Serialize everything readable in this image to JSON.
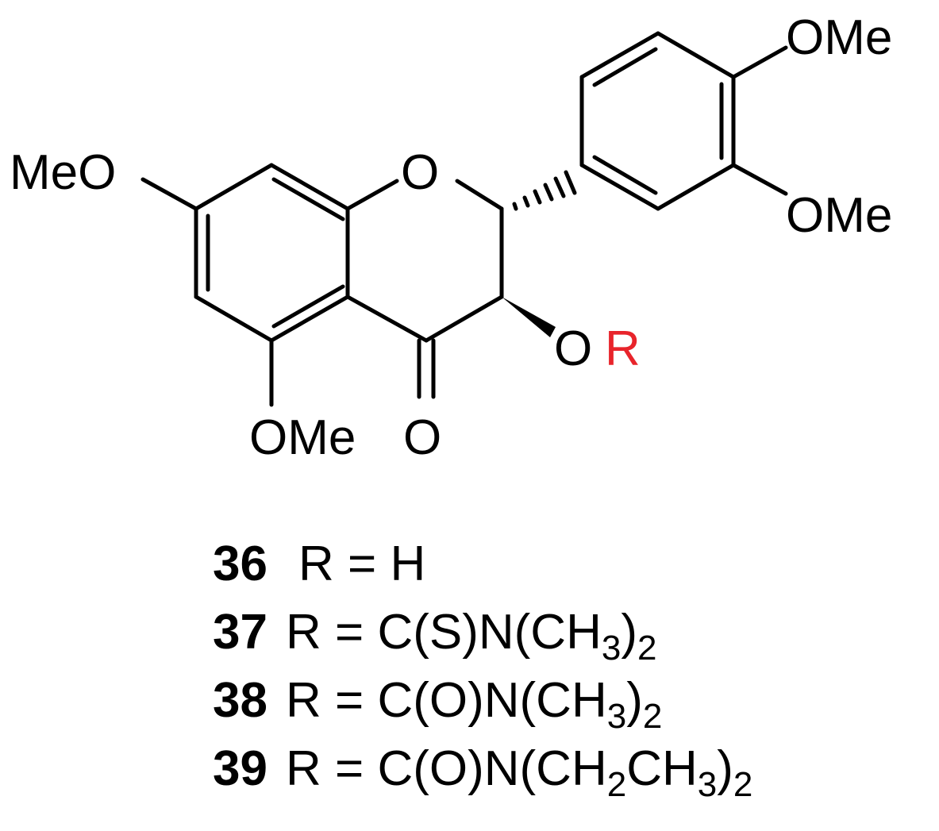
{
  "structure": {
    "labels": {
      "meo_left": "MeO",
      "ring_oxygen": "O",
      "ome_top": "OMe",
      "ome_right": "OMe",
      "ome_bottom": "OMe",
      "carbonyl_oxygen": "O",
      "or_oxygen": "O",
      "r_group": "R"
    },
    "colors": {
      "bond": "#000000",
      "text": "#000000",
      "r_highlight": "#e8242b"
    }
  },
  "compounds": [
    {
      "number": "36",
      "r": "R",
      "eq": "=",
      "formula_parts": [
        "H"
      ]
    },
    {
      "number": "37",
      "r": "R",
      "eq": "=",
      "formula_parts": [
        "C(S)N(CH",
        "3",
        ")",
        "2"
      ]
    },
    {
      "number": "38",
      "r": "R",
      "eq": "=",
      "formula_parts": [
        "C(O)N(CH",
        "3",
        ")",
        "2"
      ]
    },
    {
      "number": "39",
      "r": "R",
      "eq": "=",
      "formula_parts": [
        "C(O)N(CH",
        "2",
        "CH",
        "3",
        ")",
        "2"
      ]
    }
  ]
}
